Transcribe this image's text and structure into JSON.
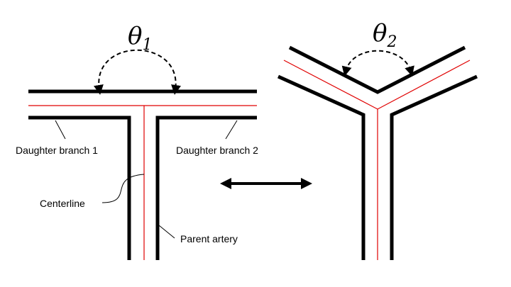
{
  "angles": {
    "theta1": {
      "symbol": "θ",
      "subscript": "1"
    },
    "theta2": {
      "symbol": "θ",
      "subscript": "2"
    }
  },
  "labels": {
    "daughter_branch_1": "Daughter branch 1",
    "daughter_branch_2": "Daughter branch 2",
    "centerline": "Centerline",
    "parent_artery": "Parent artery"
  },
  "colors": {
    "wall": "#000000",
    "centerline": "#e00000"
  }
}
